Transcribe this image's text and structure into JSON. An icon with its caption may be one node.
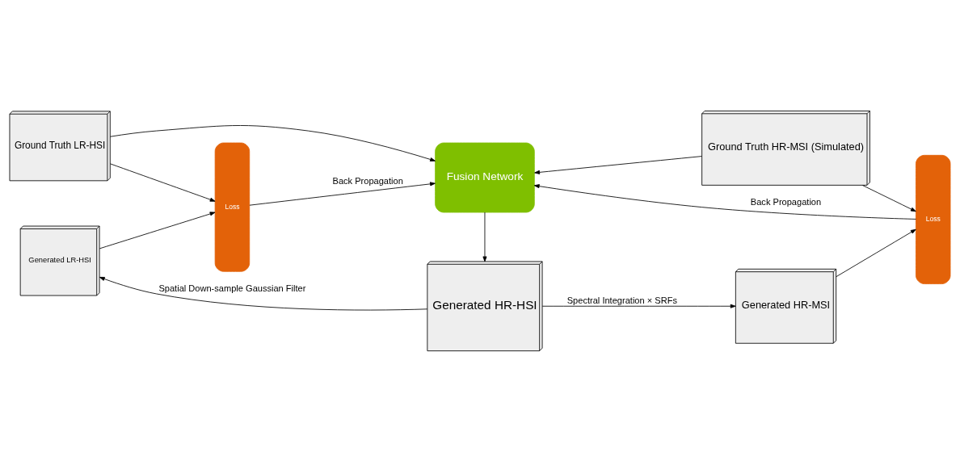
{
  "diagram": {
    "nodes": [
      {
        "text": [
          "Ground Truth LR-HSI"
        ]
      },
      {
        "text": [
          "Generated LR-HSI"
        ]
      },
      {
        "text": [
          "Loss"
        ]
      },
      {
        "text": [
          "Fusion Network"
        ]
      },
      {
        "text": [
          "Loss"
        ]
      },
      {
        "text": [
          "Ground Truth HR-MSI (Simulated)"
        ]
      },
      {
        "text": [
          "Generated HR-HSI"
        ]
      },
      {
        "text": [
          "Generated HR-MSI"
        ]
      }
    ],
    "edges": [
      {
        "from": 0,
        "to": 3,
        "arrow": "to"
      },
      {
        "from": 5,
        "to": 3,
        "arrow": "to"
      },
      {
        "from": 0,
        "to": 2,
        "arrow": "to"
      },
      {
        "from": 1,
        "to": 2,
        "arrow": "to"
      },
      {
        "from": 2,
        "to": 3,
        "arrow": "to",
        "label": "Back Propagation"
      },
      {
        "from": 4,
        "to": 3,
        "arrow": "to",
        "label": "Back Propagation"
      },
      {
        "from": 5,
        "to": 4,
        "arrow": "to"
      },
      {
        "from": 7,
        "to": 4,
        "arrow": "to"
      },
      {
        "from": 3,
        "to": 6,
        "arrow": "to"
      },
      {
        "from": 6,
        "to": 1,
        "arrow": "to",
        "label": "Spatial Down-sample Gaussian Filter"
      },
      {
        "from": 6,
        "to": 7,
        "arrow": "to",
        "label": "Spectral Integration × SRFs"
      }
    ]
  }
}
